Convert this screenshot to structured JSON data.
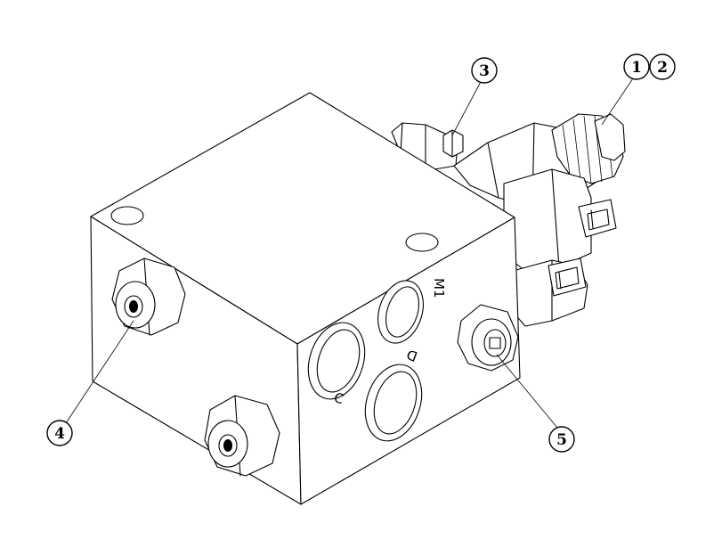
{
  "callouts": {
    "c1": "1",
    "c2": "2",
    "c3": "3",
    "c4": "4",
    "c5": "5"
  },
  "ports": {
    "m1": "M1",
    "c": "C",
    "d": "D"
  }
}
